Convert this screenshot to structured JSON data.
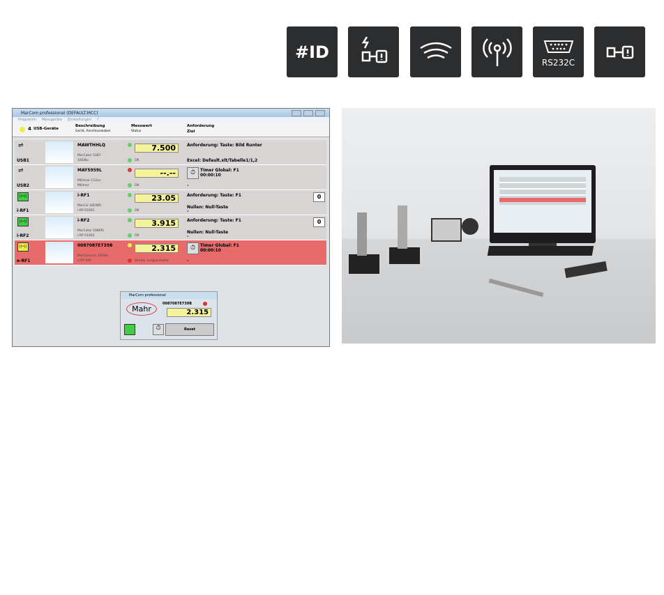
{
  "icons": [
    {
      "name": "id-icon",
      "label": "#ID"
    },
    {
      "name": "usb-powered-icon"
    },
    {
      "name": "wireless-icon"
    },
    {
      "name": "radio-antenna-icon"
    },
    {
      "name": "rs232c-icon",
      "label": "RS232C"
    },
    {
      "name": "usb-icon"
    }
  ],
  "app": {
    "title": "MarCom professional   (DEFAULT.MCC)",
    "menu": [
      "Programm",
      "Messgeräte",
      "Einstellungen",
      "?"
    ],
    "header": {
      "count": "4",
      "devices": "USB-Geräte",
      "col1": "Beschreibung",
      "col1sub": "Gerät, Anschlusskabel",
      "col2": "Messwert",
      "col2sub": "Status",
      "col3": "Anforderung",
      "col3sub": "Ziel"
    },
    "rows": [
      {
        "port": "USB1",
        "id": "MAWTHHLQ",
        "device": "MarCator 1087",
        "sub": "16EWu",
        "value": "7.500",
        "status": "OK",
        "req": "Anforderung: Taste: Bild Runter",
        "target": "Excel: Default.xlt/Tabelle1/1,2",
        "alarm": false
      },
      {
        "port": "USB2",
        "id": "MAY5959L",
        "device": "Millimar C12xx",
        "sub": "Millmar",
        "value": "--.--",
        "status": "OK",
        "req": "Timer Global: F1",
        "req2": "00:00:10",
        "target": "-",
        "alarm": false
      },
      {
        "port": "i-RF1",
        "id": "i-RF1",
        "device": "MarCal 16EWRi",
        "sub": "i-RP 01001",
        "value": "23.05",
        "status": "OK",
        "req": "Anforderung: Taste: F1",
        "target": "Nullen: Null-Taste",
        "target2": "-",
        "zero": "0",
        "alarm": false
      },
      {
        "port": "i-RF2",
        "id": "i-RF2",
        "device": "MarCator 1086Ri",
        "sub": "i-RP 01002",
        "value": "3.915",
        "status": "OK",
        "req": "Anforderung: Taste: F1",
        "target": "Nullen: Null-Taste",
        "target2": "-",
        "zero": "0",
        "alarm": false
      },
      {
        "port": "e-RF1",
        "id": "0087087E739B",
        "device": "MarConnect 16EWe",
        "sub": "e-RP 001",
        "value": "2.315",
        "status": "Sender ausgeschaltet",
        "req": "Timer Global: F1",
        "req2": "00:00:10",
        "target": "-",
        "alarm": true
      }
    ],
    "mini": {
      "title": "MarCom professional",
      "logo": "Mahr",
      "id": "0087087E739B",
      "value": "2.315",
      "reset": "Reset"
    }
  },
  "colors": {
    "tile": "#2b2d2f",
    "alarm": "#e86b6b",
    "value_bg": "#f4f39a"
  }
}
